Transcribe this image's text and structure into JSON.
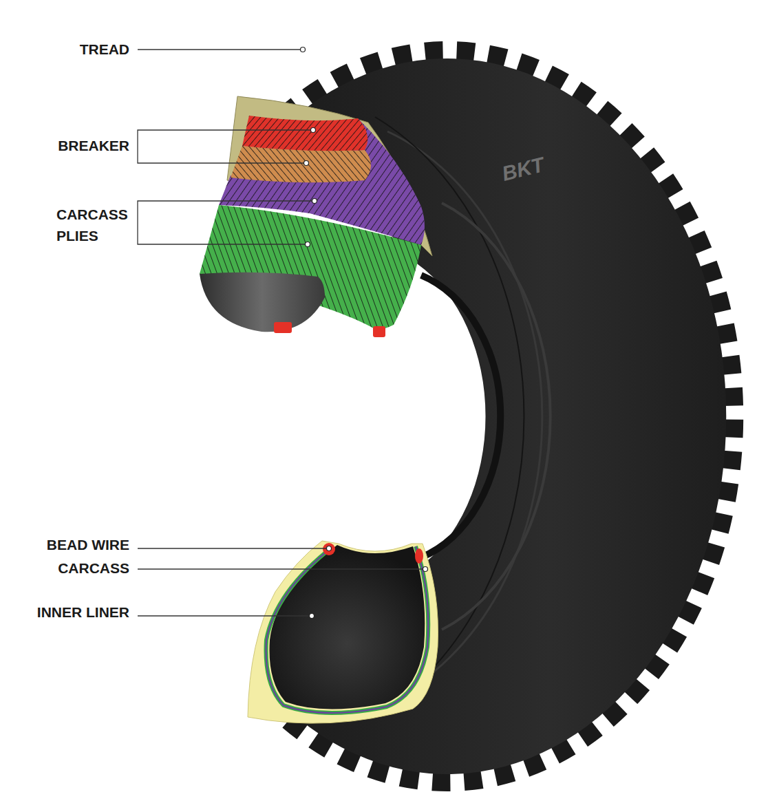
{
  "diagram": {
    "labels": [
      "TREAD",
      "BREAKER",
      "BKT",
      "CARCASS PLIES",
      "BEAD WIRE",
      "CARCASS",
      "INNER LINER"
    ]
  }
}
